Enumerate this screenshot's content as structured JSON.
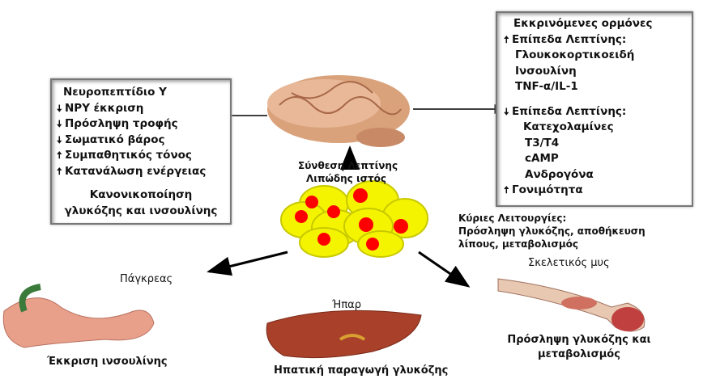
{
  "left_box": {
    "title": "Νευροπεπτίδιο Υ",
    "items": [
      {
        "arrow": "down",
        "text": "NPY έκκριση"
      },
      {
        "arrow": "down",
        "text": "Πρόσληψη τροφής"
      },
      {
        "arrow": "down",
        "text": "Σωματικό βάρος"
      },
      {
        "arrow": "up",
        "text": "Συμπαθητικός τόνος"
      },
      {
        "arrow": "up",
        "text": "Κατανάλωση ενέργειας"
      }
    ],
    "footer1": "Κανονικοποίηση",
    "footer2": "γλυκόζης και ινσουλίνης"
  },
  "right_box": {
    "title": "Εκκρινόμενες ορμόνες",
    "up_header": "Επίπεδα Λεπτίνης:",
    "up_items": [
      "Γλουκοκορτικοειδή",
      "Ινσουλίνη",
      "TNF-α/IL-1"
    ],
    "down_header": "Επίπεδα Λεπτίνης:",
    "down_items": [
      "Κατεχολαμίνες",
      "T3/T4",
      "cAMP",
      "Ανδρογόνα"
    ],
    "fertility": "Γονιμότητα"
  },
  "center": {
    "synthesis": "Σύνθεση Λεπτίνης",
    "adipose": "Λιπώδης ιστός"
  },
  "functions": {
    "line1": "Κύριες Λειτουργίες:",
    "line2": "Πρόσληψη γλυκόζης, αποθήκευση",
    "line3": "λίπους, μεταβολισμός"
  },
  "pancreas": {
    "label": "Πάγκρεας",
    "caption": "Έκκριση ινσουλίνης"
  },
  "liver": {
    "label": "Ήπαρ",
    "caption": "Ηπατική παραγωγή γλυκόζης"
  },
  "muscle": {
    "label": "Σκελετικός μυς",
    "caption1": "Πρόσληψη γλυκόζης και",
    "caption2": "μεταβολισμός"
  },
  "arrows": {
    "up": "🠅",
    "down": "🠇"
  }
}
